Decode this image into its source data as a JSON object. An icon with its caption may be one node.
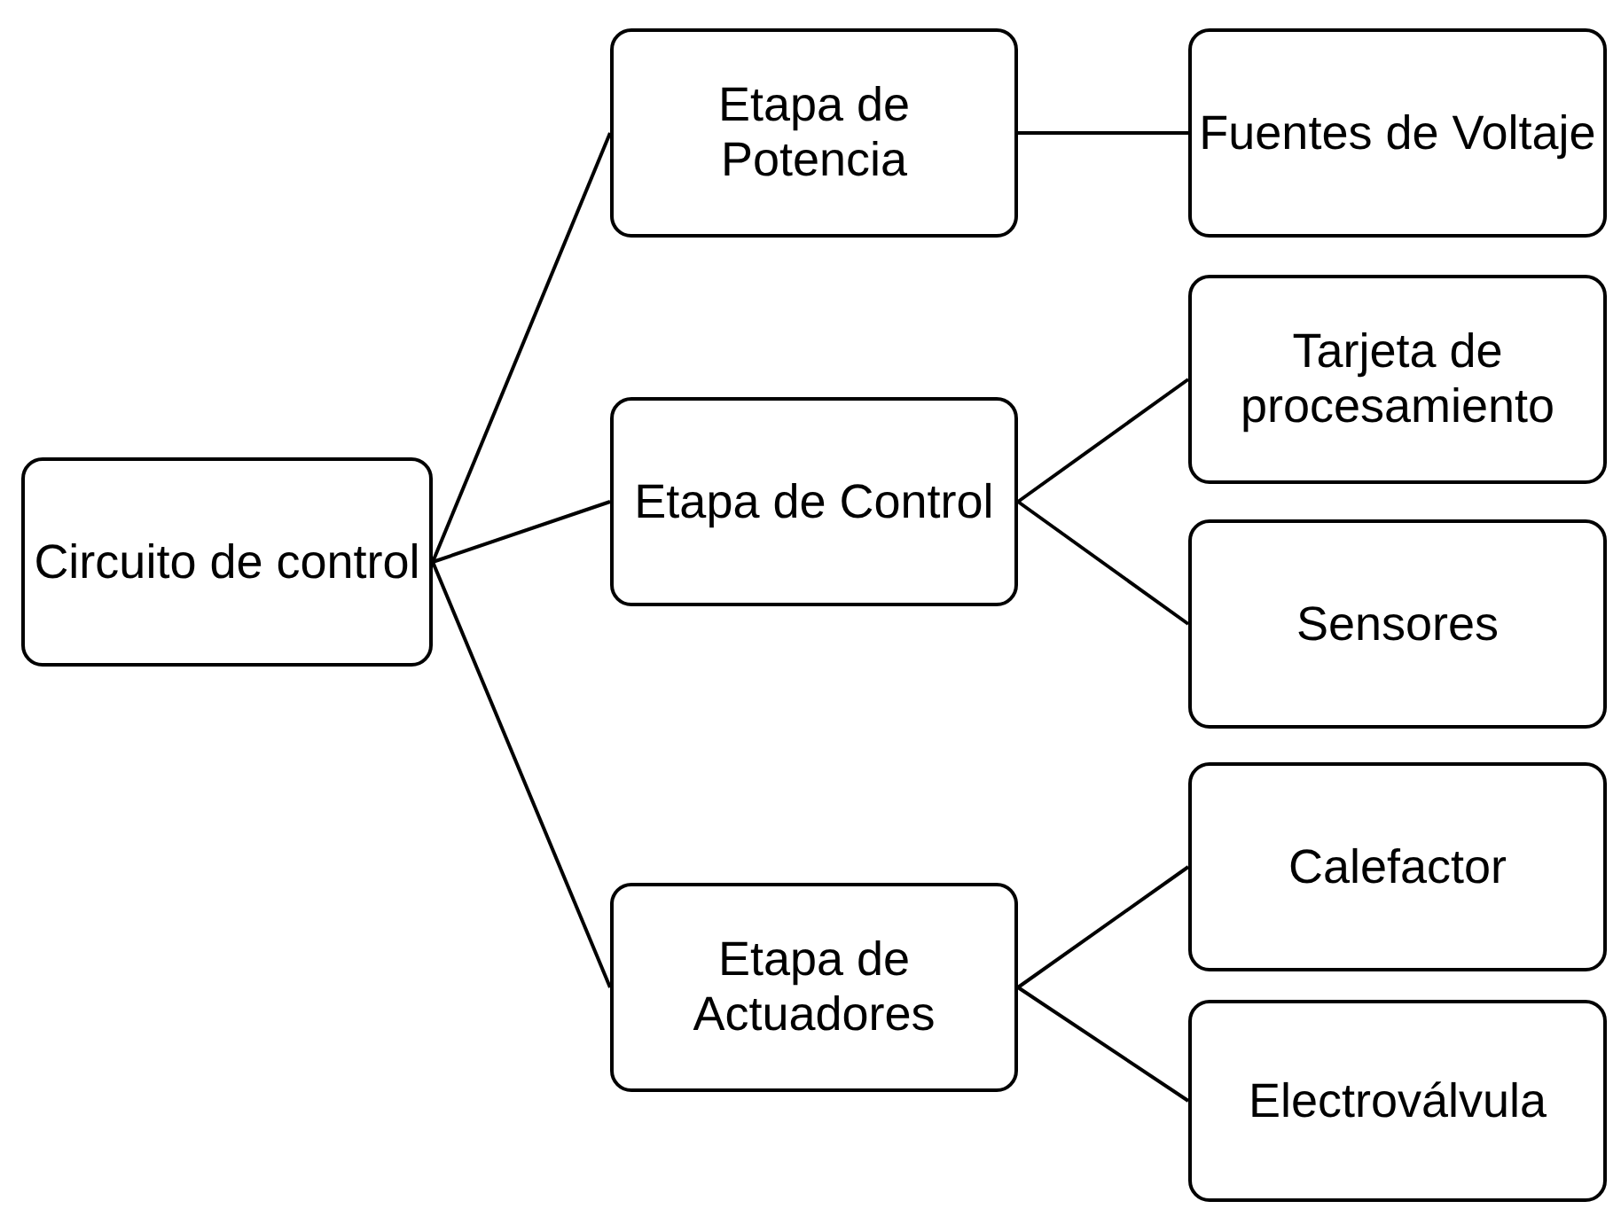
{
  "diagram": {
    "nodes": [
      {
        "text": [
          "Circuito de control"
        ]
      },
      {
        "text": [
          "Etapa de Potencia"
        ]
      },
      {
        "text": [
          "Fuentes de Voltaje"
        ]
      },
      {
        "text": [
          "Etapa de Control"
        ]
      },
      {
        "text": [
          "Tarjeta de procesamiento"
        ]
      },
      {
        "text": [
          "Sensores"
        ]
      },
      {
        "text": [
          "Etapa de Actuadores"
        ]
      },
      {
        "text": [
          "Calefactor"
        ]
      },
      {
        "text": [
          "Electroválvula"
        ]
      }
    ],
    "edges": [
      {
        "from": 0,
        "to": 1,
        "arrow": "none"
      },
      {
        "from": 0,
        "to": 3,
        "arrow": "none"
      },
      {
        "from": 0,
        "to": 6,
        "arrow": "none"
      },
      {
        "from": 1,
        "to": 2,
        "arrow": "none"
      },
      {
        "from": 3,
        "to": 4,
        "arrow": "none"
      },
      {
        "from": 3,
        "to": 5,
        "arrow": "none"
      },
      {
        "from": 6,
        "to": 7,
        "arrow": "none"
      },
      {
        "from": 6,
        "to": 8,
        "arrow": "none"
      }
    ]
  }
}
